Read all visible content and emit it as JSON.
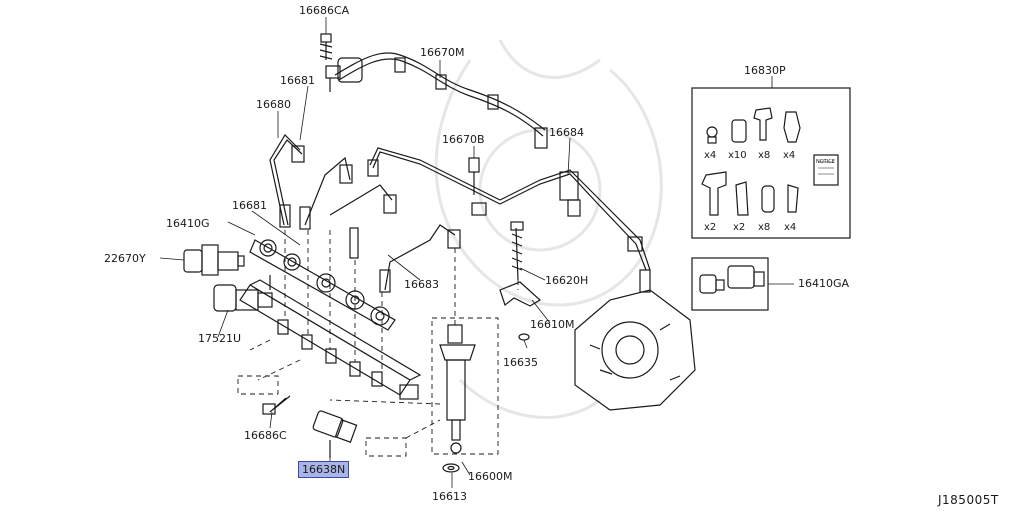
{
  "labels": {
    "p16686CA": "16686CA",
    "p16670M": "16670M",
    "p16681_top": "16681",
    "p16680": "16680",
    "p16670B": "16670B",
    "p16684": "16684",
    "p16681_mid": "16681",
    "p16410G": "16410G",
    "p22670Y": "22670Y",
    "p16683": "16683",
    "p16620H": "16620H",
    "p16610M": "16610M",
    "p17521U": "17521U",
    "p16635": "16635",
    "p16686C": "16686C",
    "p16638N": "16638N",
    "p16600M": "16600M",
    "p16613": "16613",
    "p16830P": "16830P",
    "p16410GA": "16410GA"
  },
  "kit_quantities": {
    "row1": [
      "x4",
      "x10",
      "x8",
      "x4"
    ],
    "row2": [
      "x2",
      "x2",
      "x8",
      "x4"
    ]
  },
  "notice_text": "NOTICE",
  "diagram_ref": "J185005T",
  "highlighted_part": "16638N",
  "colors": {
    "highlight_fill": "#aab4e6",
    "highlight_border": "#3b4aa8",
    "line": "#1a1a1a"
  }
}
